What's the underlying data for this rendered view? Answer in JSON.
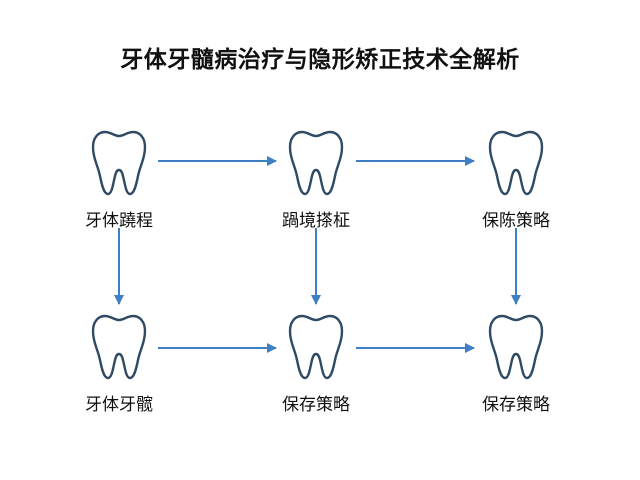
{
  "title": "牙体牙髓病治疗与隐形矫正技术全解析",
  "colors": {
    "arrow": "#3f7fc4",
    "tooth_outline": "#2f4a63",
    "text": "#111111"
  },
  "nodes": [
    {
      "id": "n1",
      "icon": "tooth-icon",
      "label": "牙体蹺程"
    },
    {
      "id": "n2",
      "icon": "tooth-icon",
      "label": "踻境搽柾"
    },
    {
      "id": "n3",
      "icon": "tooth-icon",
      "label": "保陈策略"
    },
    {
      "id": "n4",
      "icon": "tooth-icon",
      "label": "牙体牙髋"
    },
    {
      "id": "n5",
      "icon": "tooth-icon",
      "label": "保存策略"
    },
    {
      "id": "n6",
      "icon": "tooth-icon",
      "label": "保存策略"
    }
  ],
  "edges": [
    {
      "from": "n1",
      "to": "n2"
    },
    {
      "from": "n2",
      "to": "n3"
    },
    {
      "from": "n1",
      "to": "n4"
    },
    {
      "from": "n2",
      "to": "n5"
    },
    {
      "from": "n3",
      "to": "n6"
    },
    {
      "from": "n4",
      "to": "n5"
    },
    {
      "from": "n5",
      "to": "n6"
    }
  ]
}
